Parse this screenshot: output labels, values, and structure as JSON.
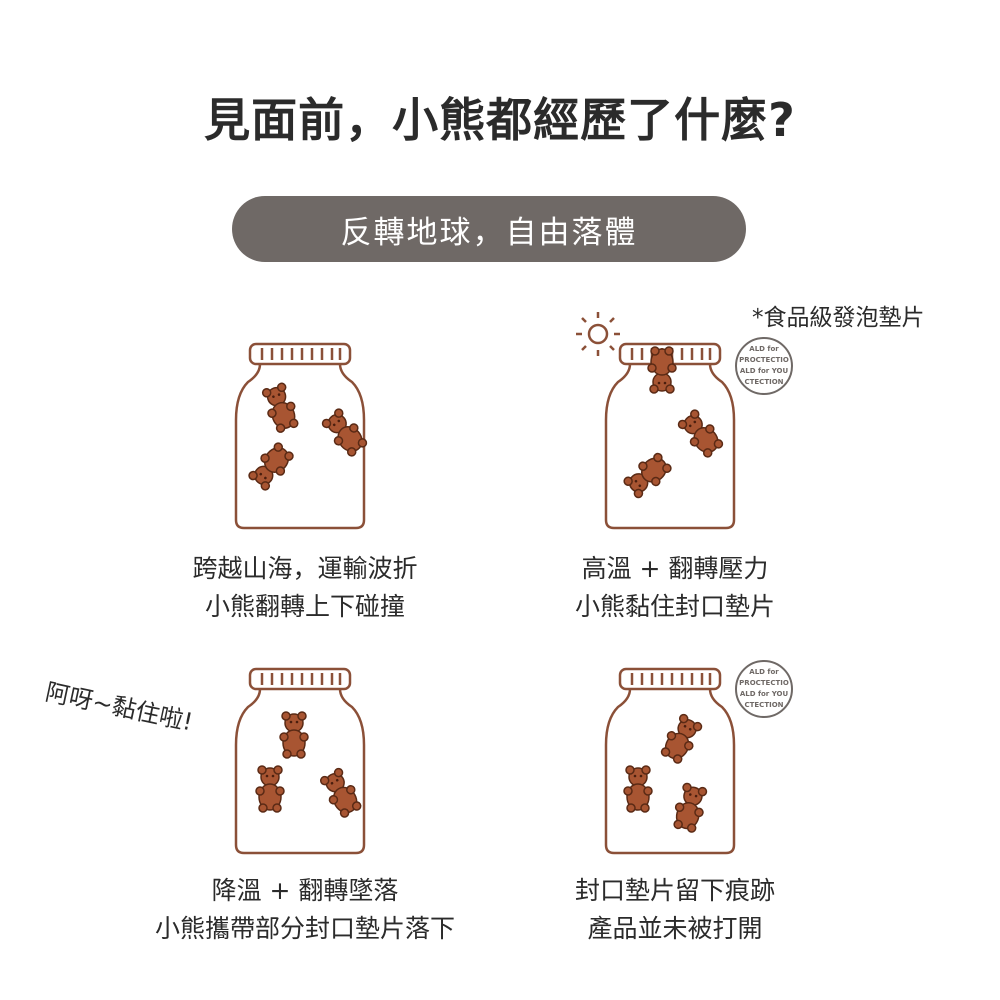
{
  "title": "見面前，小熊都經歷了什麼?",
  "subtitle": "反轉地球，自由落體",
  "note": "*食品級發泡墊片",
  "shout": "阿呀~黏住啦!",
  "seal_text": [
    "ALD for",
    "PROCTECTIO",
    "ALD for YOU",
    "CTECTION"
  ],
  "panels": [
    {
      "line1": "跨越山海，運輸波折",
      "line2": "小熊翻轉上下碰撞"
    },
    {
      "line1": "高溫 + 翻轉壓力",
      "line2": "小熊黏住封口墊片"
    },
    {
      "line1": "降溫 + 翻轉墜落",
      "line2": "小熊攜帶部分封口墊片落下"
    },
    {
      "line1": "封口墊片留下痕跡",
      "line2": "產品並未被打開"
    }
  ],
  "colors": {
    "pill": "#6f6966",
    "jar_outline": "#8b5038",
    "bear": "#a85532"
  }
}
